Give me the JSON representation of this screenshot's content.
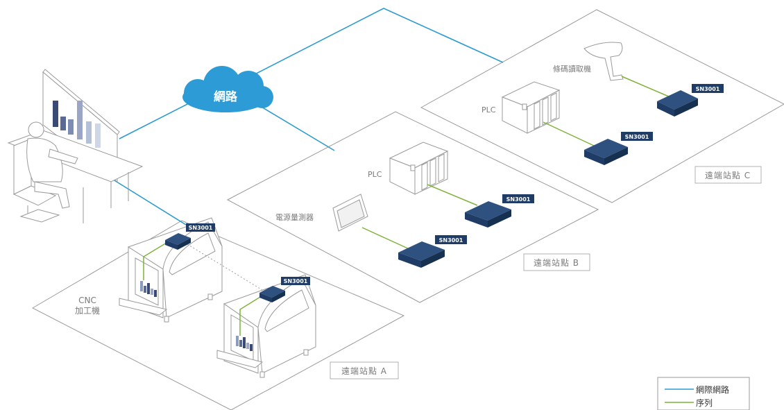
{
  "cloud": {
    "label": "網路"
  },
  "sites": {
    "a": {
      "label": "遠端站點 A"
    },
    "b": {
      "label": "遠端站點 B"
    },
    "c": {
      "label": "遠端站點 C"
    }
  },
  "devices": {
    "serial_server": "SN3001",
    "plc_b": "PLC",
    "plc_c": "PLC",
    "power_meter": "電源量測器",
    "barcode_reader": "條碼讀取機",
    "cnc_line1": "CNC",
    "cnc_line2": "加工機"
  },
  "legend": {
    "ethernet": "網際網路",
    "serial": "序列"
  },
  "colors": {
    "ethernet": "#2b9bd0",
    "serial": "#7fb239",
    "device": "#1f3c66",
    "cloud": "#2c9bd6"
  }
}
